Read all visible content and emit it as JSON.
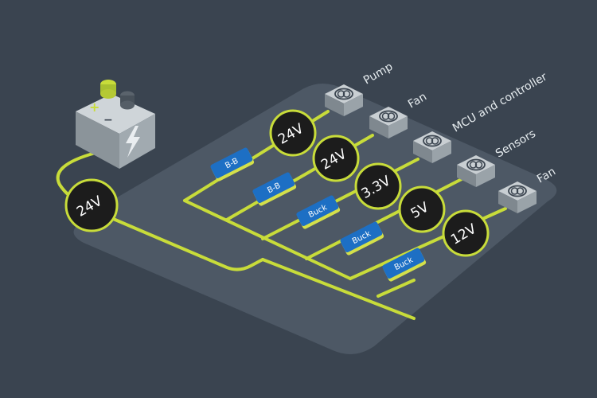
{
  "colors": {
    "background": "#3a4450",
    "board": "#4d5865",
    "wire": "#c8dc3a",
    "badge_fill": "#1c1c1c",
    "converter": "#1d6fc4",
    "device_top": "#c9cfd3",
    "device_side": "#8e979d"
  },
  "battery": {
    "plus_sign": "+",
    "minus_sign": "−",
    "icon": "lightning-icon"
  },
  "main_voltage": "24V",
  "devices": [
    {
      "label": "Pump",
      "icon": "motor-symbol-icon"
    },
    {
      "label": "Fan",
      "icon": "motor-symbol-icon"
    },
    {
      "label": "MCU and controller",
      "icon": "motor-symbol-icon"
    },
    {
      "label": "Sensors",
      "icon": "motor-symbol-icon"
    },
    {
      "label": "Fan",
      "icon": "motor-symbol-icon"
    }
  ],
  "branch_voltages": [
    "24V",
    "24V",
    "3.3V",
    "5V",
    "12V"
  ],
  "converters": [
    "B-B",
    "B-B",
    "Buck",
    "Buck",
    "Buck"
  ]
}
